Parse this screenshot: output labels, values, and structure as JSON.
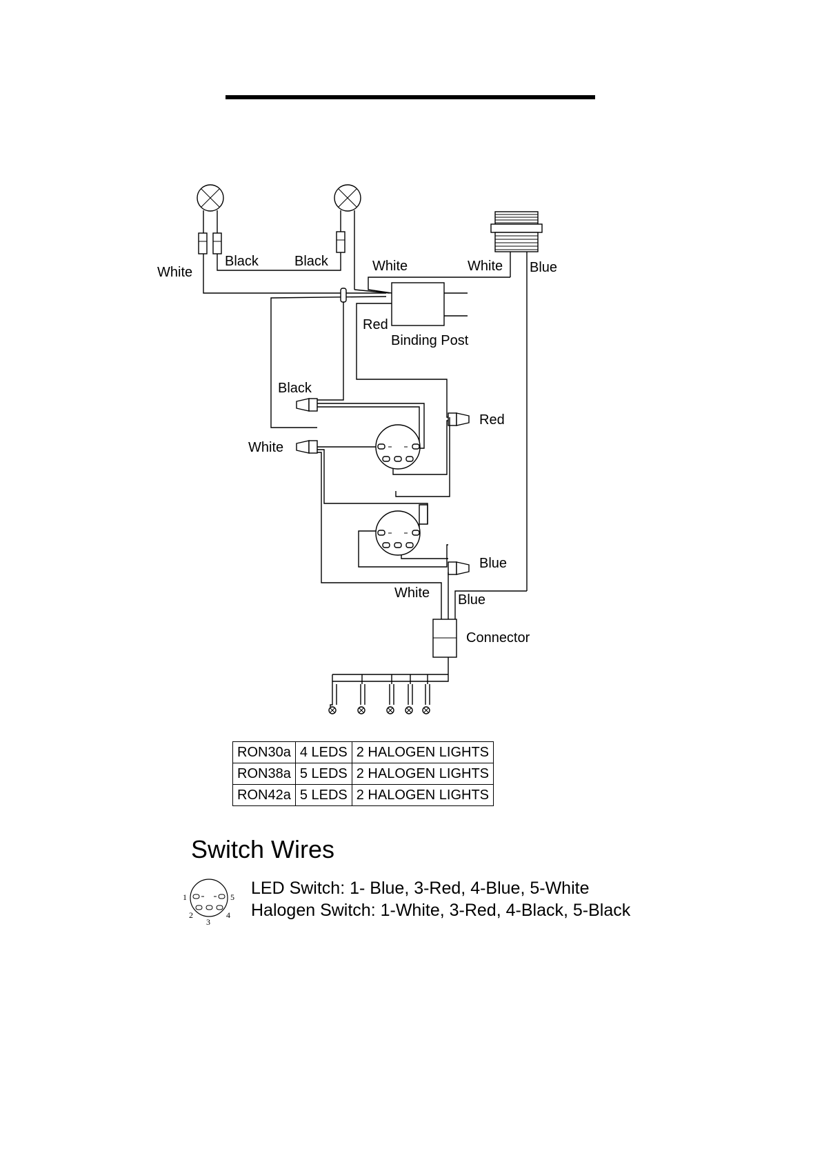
{
  "wire_labels": {
    "white_left": "White",
    "black_left": "Black",
    "black_right": "Black",
    "white_mid": "White",
    "white_top_right": "White",
    "blue_top_right": "Blue",
    "red_post": "Red",
    "black_switch": "Black",
    "red_switch": "Red",
    "white_switch": "White",
    "blue_switch": "Blue",
    "white_bottom": "White",
    "blue_bottom": "Blue"
  },
  "components": {
    "binding_post": "Binding Post",
    "connector": "Connector"
  },
  "model_table": [
    [
      "RON30a",
      "4 LEDS",
      "2 HALOGEN LIGHTS"
    ],
    [
      "RON38a",
      "5 LEDS",
      "2 HALOGEN LIGHTS"
    ],
    [
      "RON42a",
      "5 LEDS",
      "2 HALOGEN LIGHTS"
    ]
  ],
  "switch_section": {
    "title": "Switch Wires",
    "led_switch": "LED Switch: 1- Blue, 3-Red, 4-Blue, 5-White",
    "halogen_switch": "Halogen Switch: 1-White, 3-Red, 4-Black, 5-Black",
    "pin_labels": [
      "1",
      "2",
      "3",
      "4",
      "5"
    ]
  }
}
